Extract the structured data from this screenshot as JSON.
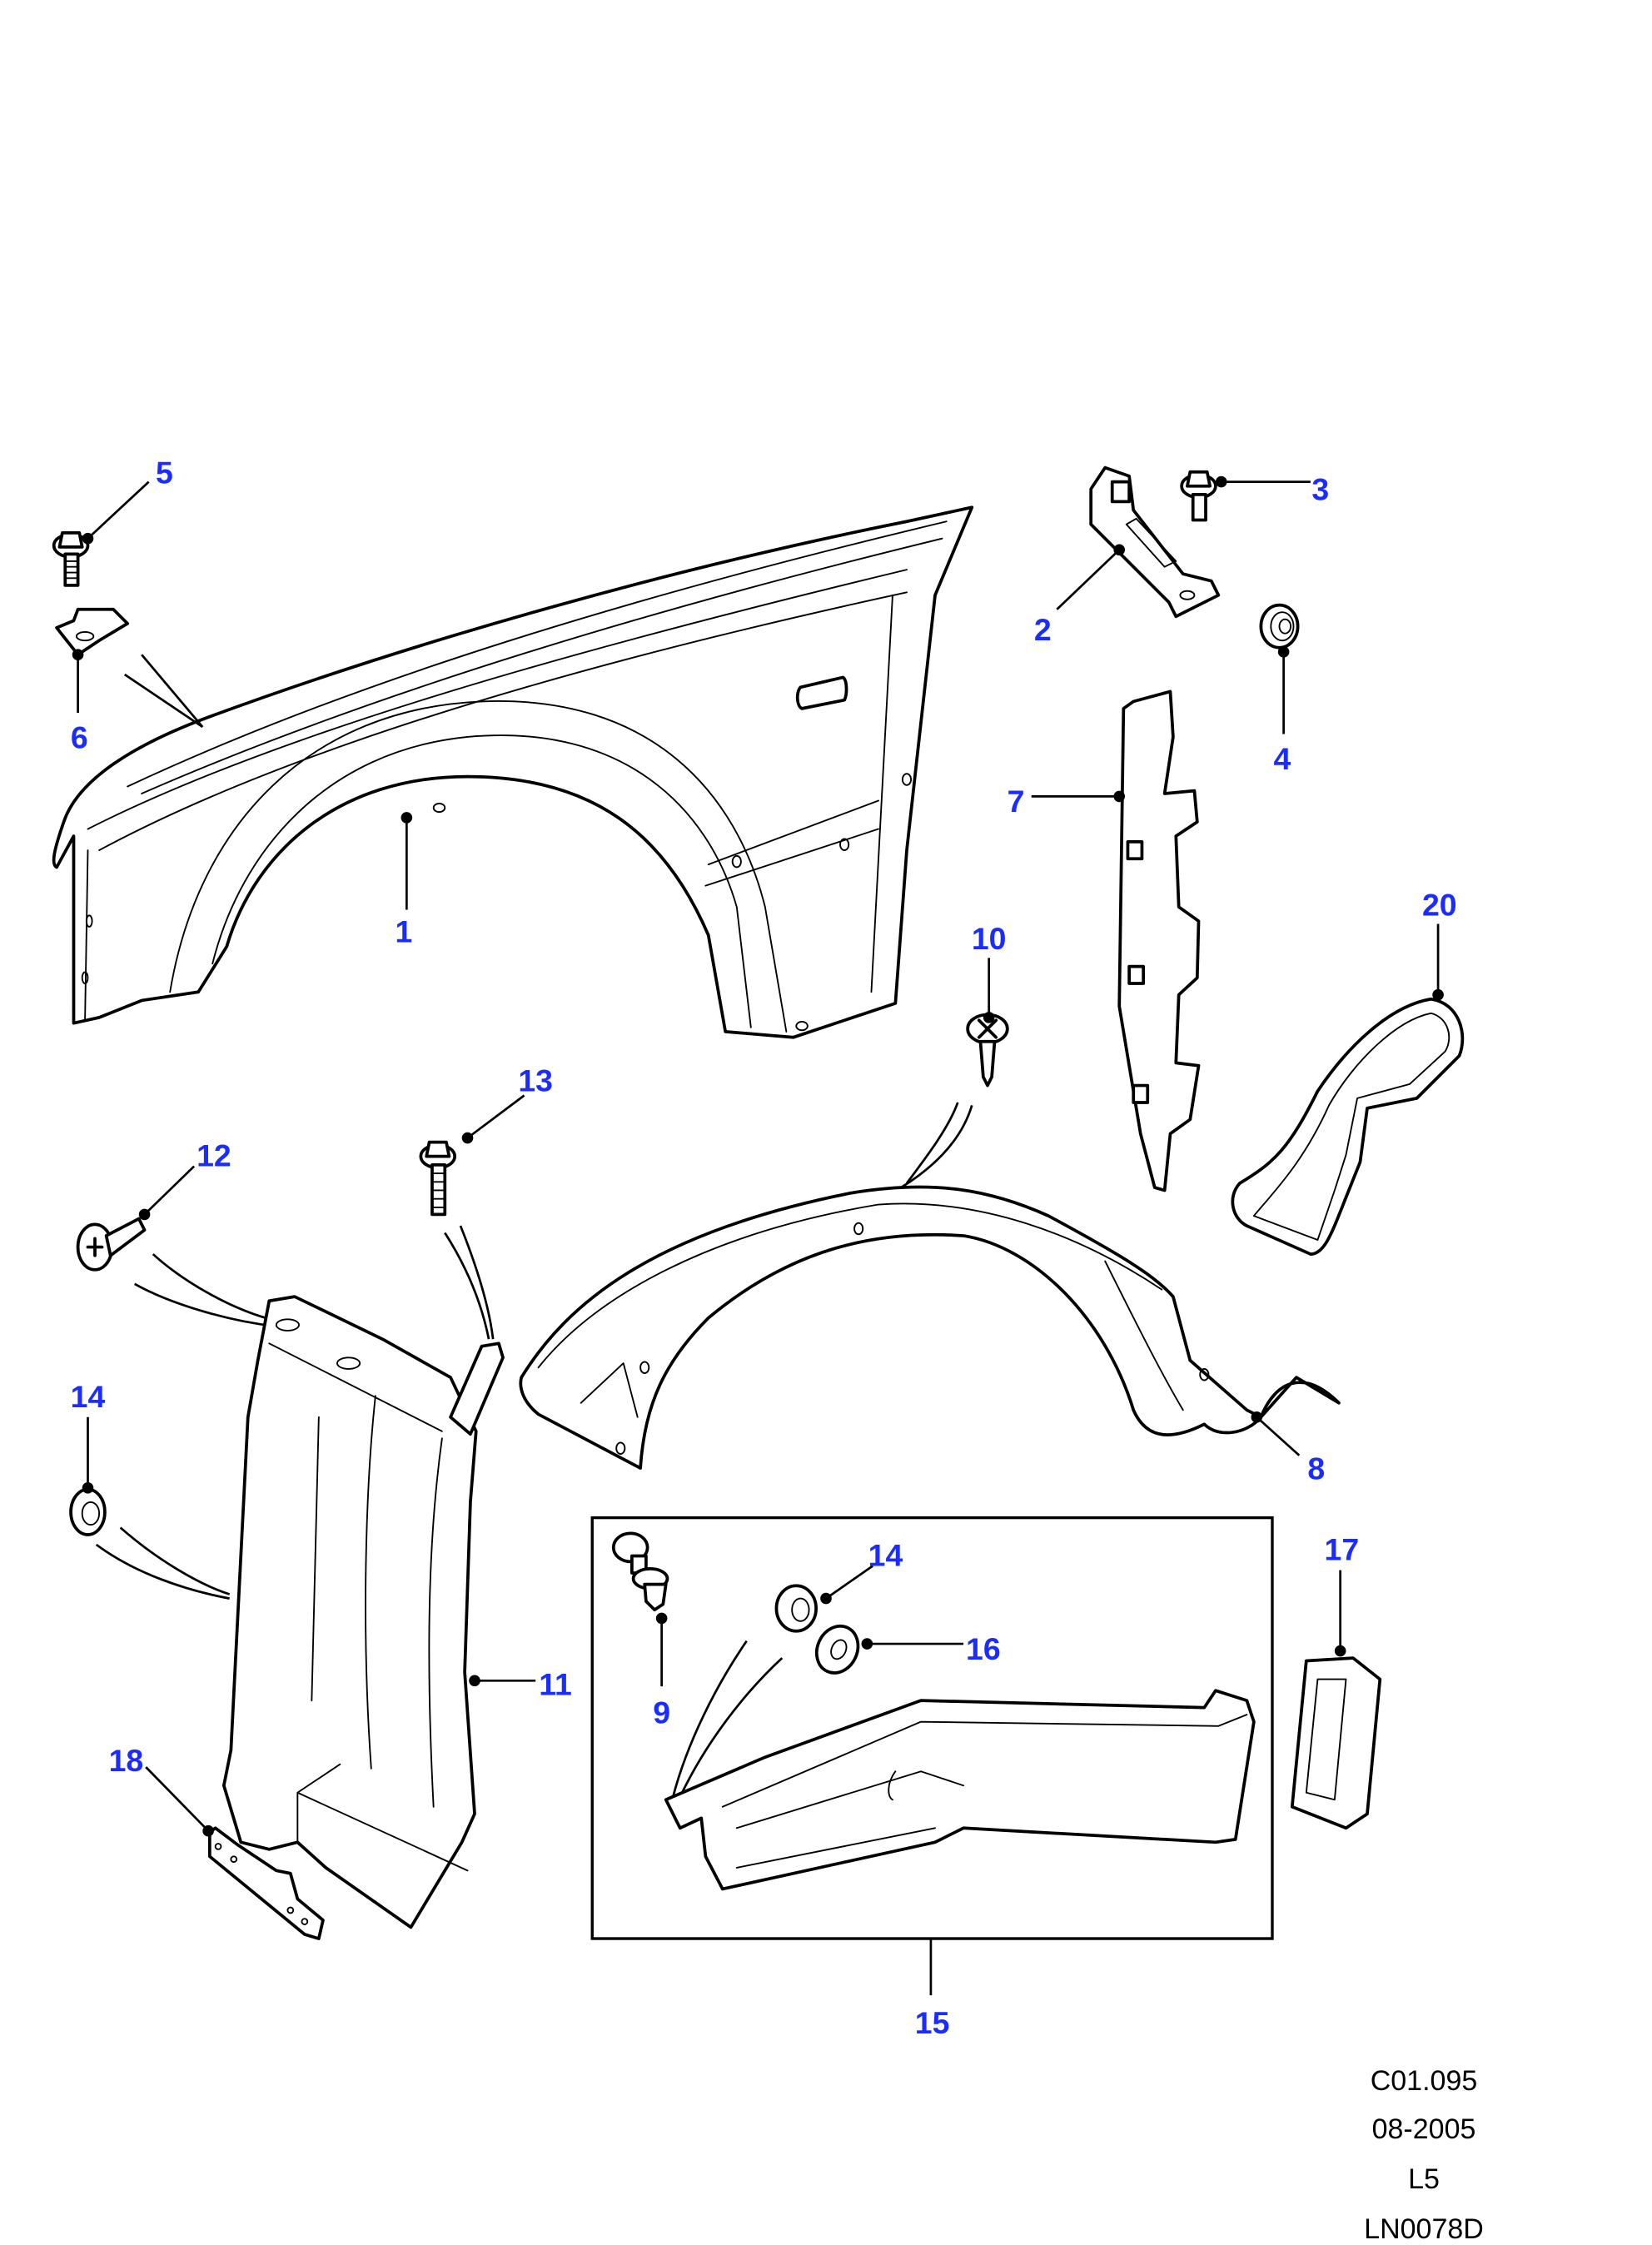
{
  "diagram": {
    "type": "exploded parts illustration",
    "subject": "Front fender / wing panel and wheel arch assembly",
    "callout_color": "#1a2cff",
    "callouts": [
      {
        "id": "c1",
        "label": "1",
        "part": "front fender panel"
      },
      {
        "id": "c2",
        "label": "2",
        "part": "bracket"
      },
      {
        "id": "c3",
        "label": "3",
        "part": "flange bolt"
      },
      {
        "id": "c4",
        "label": "4",
        "part": "flange nut"
      },
      {
        "id": "c5",
        "label": "5",
        "part": "flange bolt"
      },
      {
        "id": "c6",
        "label": "6",
        "part": "clip nut"
      },
      {
        "id": "c7",
        "label": "7",
        "part": "reinforcement bracket"
      },
      {
        "id": "c8",
        "label": "8",
        "part": "wheel arch liner"
      },
      {
        "id": "c9",
        "label": "9",
        "part": "push clip"
      },
      {
        "id": "c10",
        "label": "10",
        "part": "screw"
      },
      {
        "id": "c11",
        "label": "11",
        "part": "splash shield"
      },
      {
        "id": "c12",
        "label": "12",
        "part": "screw"
      },
      {
        "id": "c13",
        "label": "13",
        "part": "bolt"
      },
      {
        "id": "c14a",
        "label": "14",
        "part": "flange nut"
      },
      {
        "id": "c14b",
        "label": "14",
        "part": "flange nut"
      },
      {
        "id": "c15",
        "label": "15",
        "part": "duct kit"
      },
      {
        "id": "c16",
        "label": "16",
        "part": "washer"
      },
      {
        "id": "c17",
        "label": "17",
        "part": "grommet"
      },
      {
        "id": "c18",
        "label": "18",
        "part": "bracket"
      },
      {
        "id": "c20",
        "label": "20",
        "part": "seal"
      }
    ]
  },
  "footer": {
    "code": "C01.095",
    "date": "08-2005",
    "level": "L5",
    "drawing_number": "LN0078D"
  }
}
